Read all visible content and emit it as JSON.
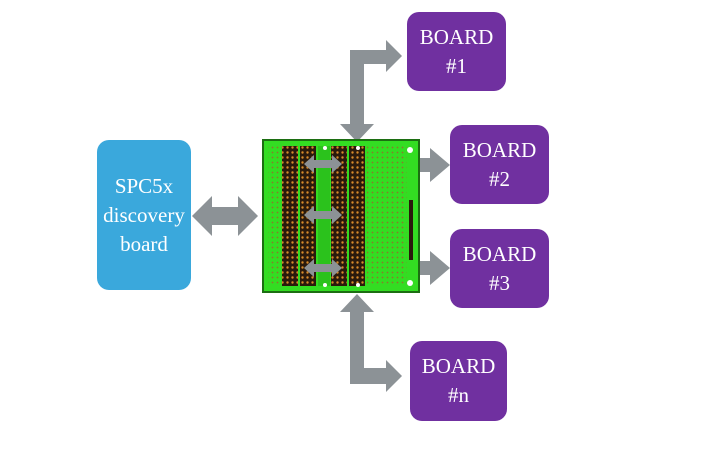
{
  "discovery": {
    "lines": [
      "SPC5x",
      "discovery",
      "board"
    ]
  },
  "boards": [
    {
      "title": "BOARD",
      "id": "#1"
    },
    {
      "title": "BOARD",
      "id": "#2"
    },
    {
      "title": "BOARD",
      "id": "#3"
    },
    {
      "title": "BOARD",
      "id": "#n"
    }
  ],
  "colors": {
    "board_fill": "#7030a0",
    "discovery_fill": "#3aa8dc",
    "arrow": "#8c9296",
    "pcb": "#33dd22",
    "header_strip": "#2a1a0c",
    "pad": "#d88a2a"
  },
  "icons": [
    "bidirectional-arrow",
    "elbow-arrow",
    "prototype-board"
  ]
}
